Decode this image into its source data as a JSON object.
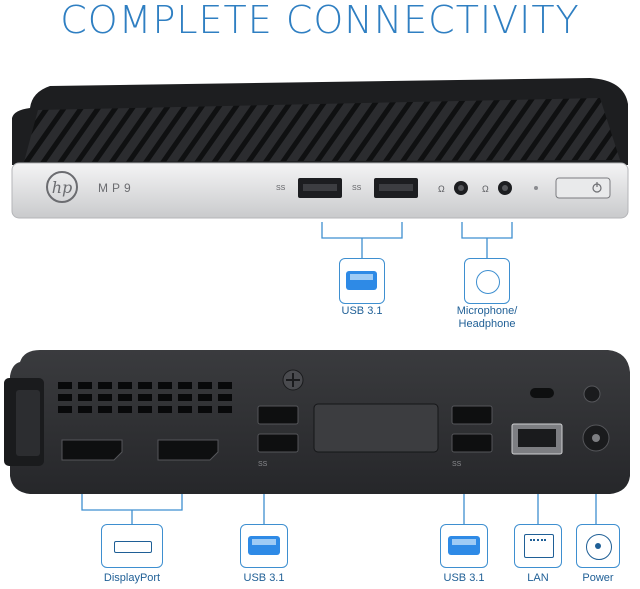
{
  "title": "COMPLETE CONNECTIVITY",
  "front": {
    "brand": "hp",
    "model": "MP9",
    "usb_mark": "SS",
    "ports": [
      "USB 3.1",
      "Microphone/\nHeadphone"
    ]
  },
  "rear": {
    "usb_mark": "SS",
    "ports": [
      "DisplayPort",
      "USB 3.1",
      "USB 3.1",
      "LAN",
      "Power"
    ]
  },
  "colors": {
    "accent": "#2f7fc2",
    "label": "#1f5f96",
    "chassis": "#2a2b2e",
    "silver": "#d8d9db",
    "usb_blue": "#2e8ae6"
  },
  "icons": [
    "usb-port-icon",
    "audio-jack-icon",
    "displayport-icon",
    "lan-port-icon",
    "power-jack-icon",
    "hp-logo-icon",
    "power-button-icon"
  ]
}
